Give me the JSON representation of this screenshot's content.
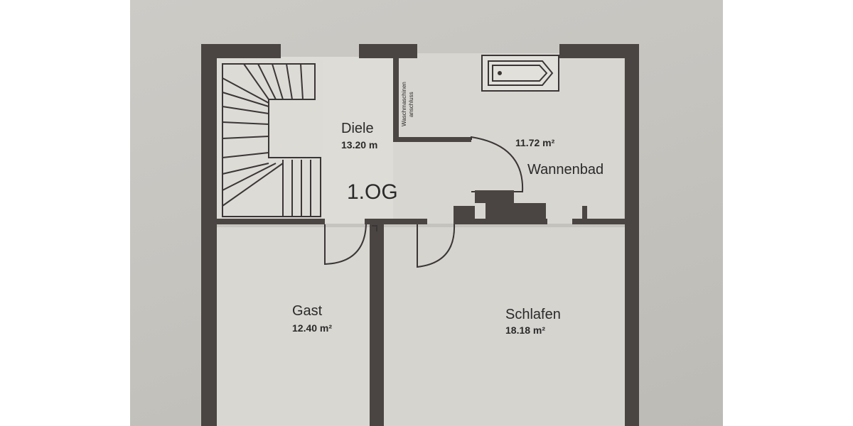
{
  "plan": {
    "floor": "1.OG",
    "rooms": {
      "diele": {
        "name": "Diele",
        "area": "13.20 m"
      },
      "wannenbad": {
        "name": "Wannenbad",
        "area": "11.72 m²"
      },
      "gast": {
        "name": "Gast",
        "area": "12.40 m²"
      },
      "schlafen": {
        "name": "Schlafen",
        "area": "18.18 m²"
      }
    },
    "washer_note": {
      "line1": "Waschmaschinen",
      "line2": "anschluss"
    }
  },
  "colors": {
    "paper": "#c8c6c1",
    "floor": "#dedcd7",
    "wall": "#4a4542",
    "line": "#3a3636"
  }
}
